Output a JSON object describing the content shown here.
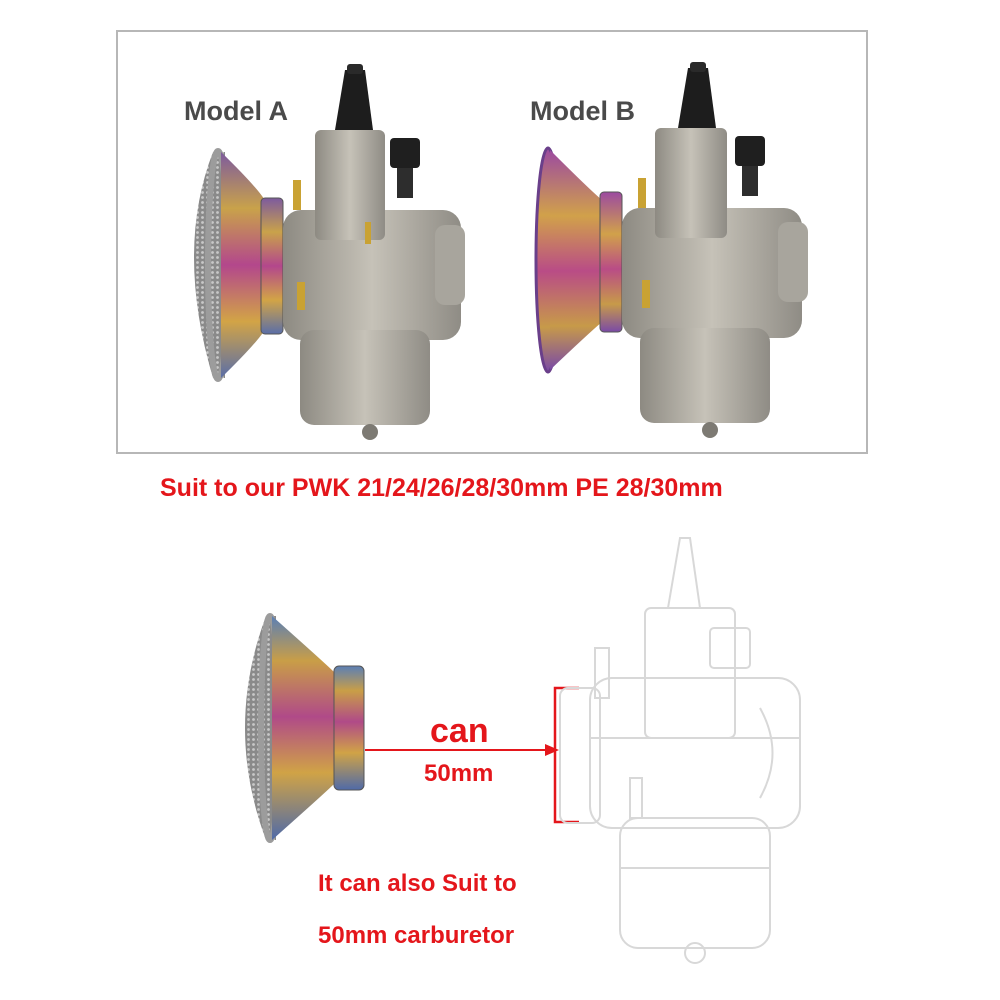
{
  "labels": {
    "model_a": "Model A",
    "model_b": "Model B",
    "suit_caption": "Suit to our PWK 21/24/26/28/30mm  PE 28/30mm",
    "can": "can",
    "size": "50mm",
    "also_line1": "It can also  Suit to",
    "also_line2": "50mm carburetor"
  },
  "colors": {
    "accent_red": "#e4161b",
    "frame_border": "#b7b7b7",
    "label_gray": "#4a4a4a"
  }
}
